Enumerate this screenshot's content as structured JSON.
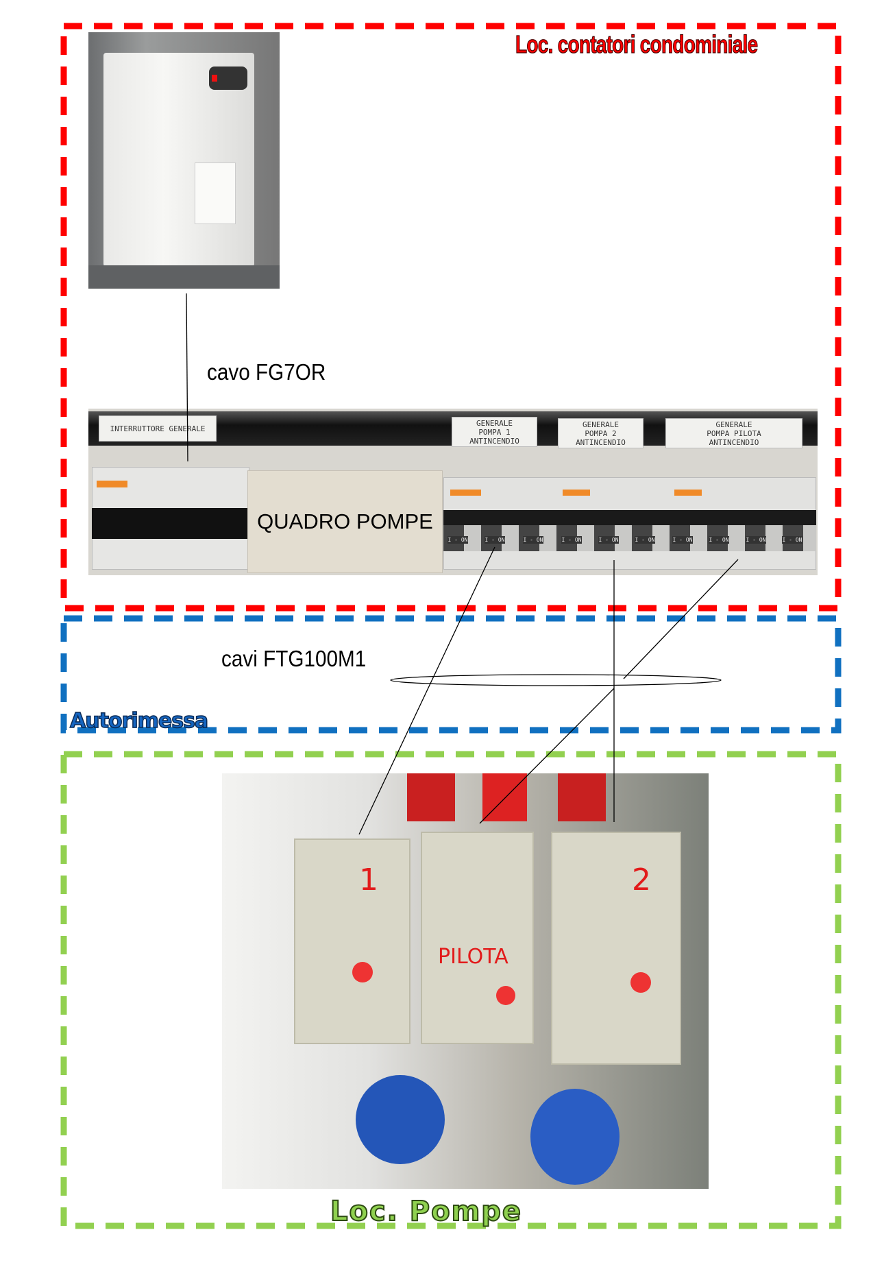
{
  "zones": {
    "contatori": {
      "label": "Loc. contatori condominiale",
      "color": "#ff0000"
    },
    "autorimessa": {
      "label": "Autorimessa",
      "color": "#1070c0"
    },
    "pompe": {
      "label": "Loc. Pompe",
      "color": "#92d050"
    }
  },
  "cables": {
    "meter_to_panel": "cavo FG7OR",
    "panel_to_pumps": "cavi FTG100M1"
  },
  "panel": {
    "overlay_label": "QUADRO POMPE",
    "labels": [
      {
        "lines": [
          "INTERRUTTORE GENERALE"
        ]
      },
      {
        "lines": [
          "GENERALE",
          "POMPA 1",
          "ANTINCENDIO"
        ]
      },
      {
        "lines": [
          "GENERALE",
          "POMPA 2",
          "ANTINCENDIO"
        ]
      },
      {
        "lines": [
          "GENERALE",
          "POMPA PILOTA",
          "ANTINCENDIO"
        ]
      }
    ],
    "breaker_text": "I - ON"
  },
  "pump_room": {
    "cabinet_labels": [
      "1",
      "PILOTA",
      "2"
    ]
  }
}
